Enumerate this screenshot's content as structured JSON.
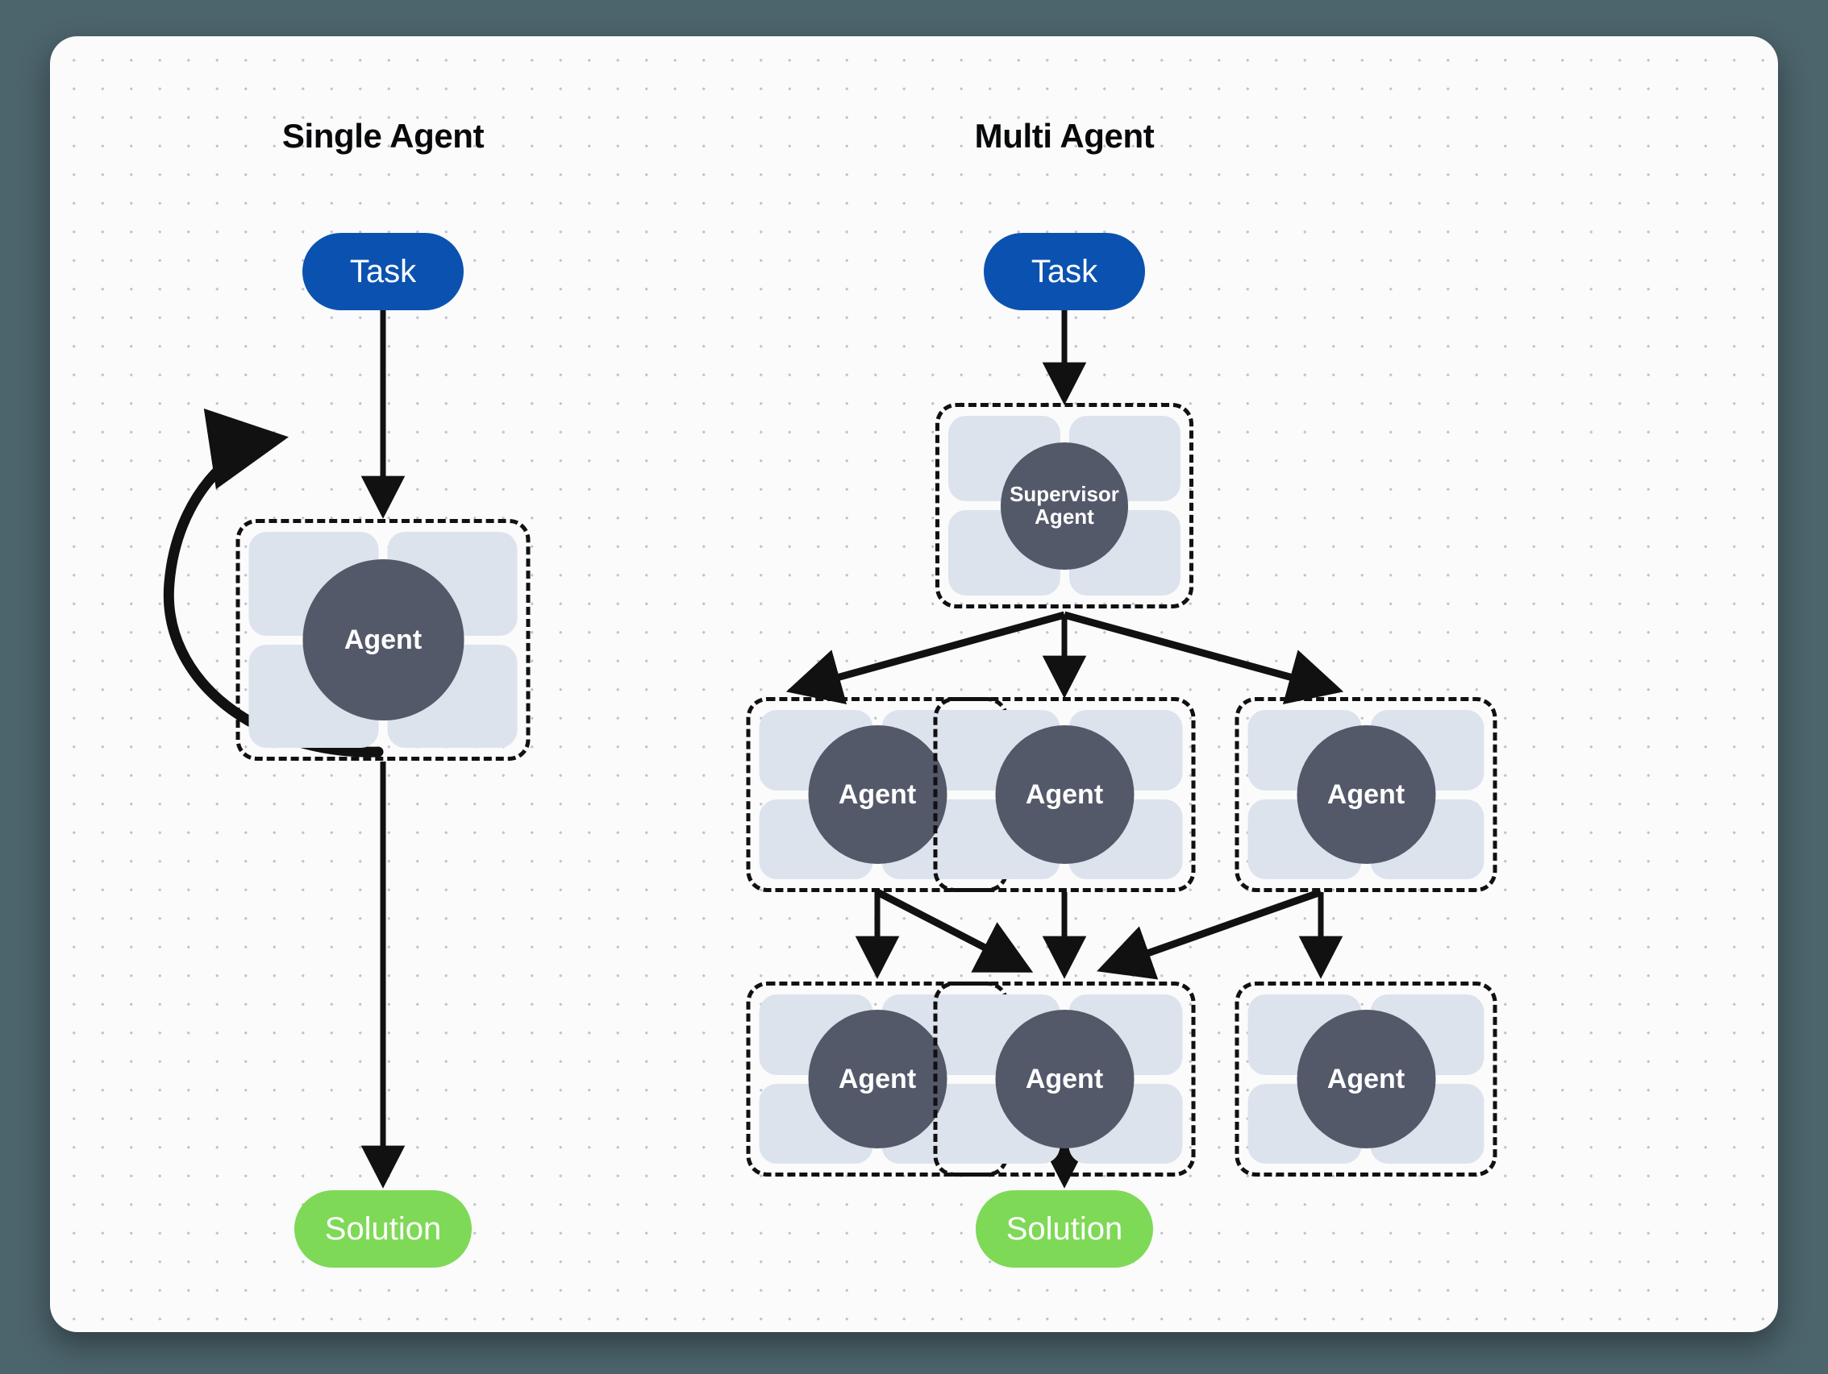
{
  "canvas": {
    "background_color": "#4c646c",
    "card_color": "#fbfbfc",
    "grid_dot_color": "#b9bcc4"
  },
  "colors": {
    "task_pill": "#0b52b0",
    "solution_pill": "#7ed957",
    "agent_circle": "#54596a",
    "agent_tile": "#dde3ed",
    "edge": "#111111",
    "title_text": "#08090b",
    "pill_text": "#ffffff"
  },
  "columns": [
    {
      "id": "single",
      "title": "Single Agent"
    },
    {
      "id": "multi",
      "title": "Multi Agent"
    }
  ],
  "single_agent": {
    "title": "Single Agent",
    "task_label": "Task",
    "agent_label": "Agent",
    "solution_label": "Solution",
    "self_loop": true
  },
  "multi_agent": {
    "title": "Multi Agent",
    "task_label": "Task",
    "supervisor_label_line1": "Supervisor",
    "supervisor_label_line2": "Agent",
    "row1": [
      {
        "label": "Agent"
      },
      {
        "label": "Agent"
      },
      {
        "label": "Agent"
      }
    ],
    "row2": [
      {
        "label": "Agent"
      },
      {
        "label": "Agent"
      },
      {
        "label": "Agent"
      }
    ],
    "solution_label": "Solution"
  },
  "chart_data": {
    "type": "diagram",
    "title": "Single Agent vs Multi Agent architectures",
    "panels": [
      {
        "name": "Single Agent",
        "nodes": [
          {
            "id": "s_task",
            "label": "Task",
            "kind": "pill",
            "color": "#0b52b0"
          },
          {
            "id": "s_agent",
            "label": "Agent",
            "kind": "agent-group"
          },
          {
            "id": "s_solution",
            "label": "Solution",
            "kind": "pill",
            "color": "#7ed957"
          }
        ],
        "edges": [
          {
            "from": "s_task",
            "to": "s_agent",
            "style": "arrow"
          },
          {
            "from": "s_agent",
            "to": "s_agent",
            "style": "self-loop-arrow"
          },
          {
            "from": "s_agent",
            "to": "s_solution",
            "style": "arrow"
          }
        ]
      },
      {
        "name": "Multi Agent",
        "nodes": [
          {
            "id": "m_task",
            "label": "Task",
            "kind": "pill",
            "color": "#0b52b0"
          },
          {
            "id": "m_supervisor",
            "label": "Supervisor Agent",
            "kind": "agent-group"
          },
          {
            "id": "m_a1",
            "label": "Agent",
            "kind": "agent-group"
          },
          {
            "id": "m_a2",
            "label": "Agent",
            "kind": "agent-group"
          },
          {
            "id": "m_a3",
            "label": "Agent",
            "kind": "agent-group"
          },
          {
            "id": "m_b1",
            "label": "Agent",
            "kind": "agent-group"
          },
          {
            "id": "m_b2",
            "label": "Agent",
            "kind": "agent-group"
          },
          {
            "id": "m_b3",
            "label": "Agent",
            "kind": "agent-group"
          },
          {
            "id": "m_solution",
            "label": "Solution",
            "kind": "pill",
            "color": "#7ed957"
          }
        ],
        "edges": [
          {
            "from": "m_task",
            "to": "m_supervisor",
            "style": "arrow"
          },
          {
            "from": "m_supervisor",
            "to": "m_a1",
            "style": "arrow"
          },
          {
            "from": "m_supervisor",
            "to": "m_a2",
            "style": "arrow"
          },
          {
            "from": "m_supervisor",
            "to": "m_a3",
            "style": "arrow"
          },
          {
            "from": "m_a1",
            "to": "m_b1",
            "style": "arrow"
          },
          {
            "from": "m_a1",
            "to": "m_b2",
            "style": "arrow"
          },
          {
            "from": "m_a2",
            "to": "m_b2",
            "style": "arrow"
          },
          {
            "from": "m_a3",
            "to": "m_b2",
            "style": "arrow"
          },
          {
            "from": "m_a3",
            "to": "m_b3",
            "style": "arrow"
          },
          {
            "from": "m_b2",
            "to": "m_solution",
            "style": "arrow"
          }
        ]
      }
    ]
  }
}
